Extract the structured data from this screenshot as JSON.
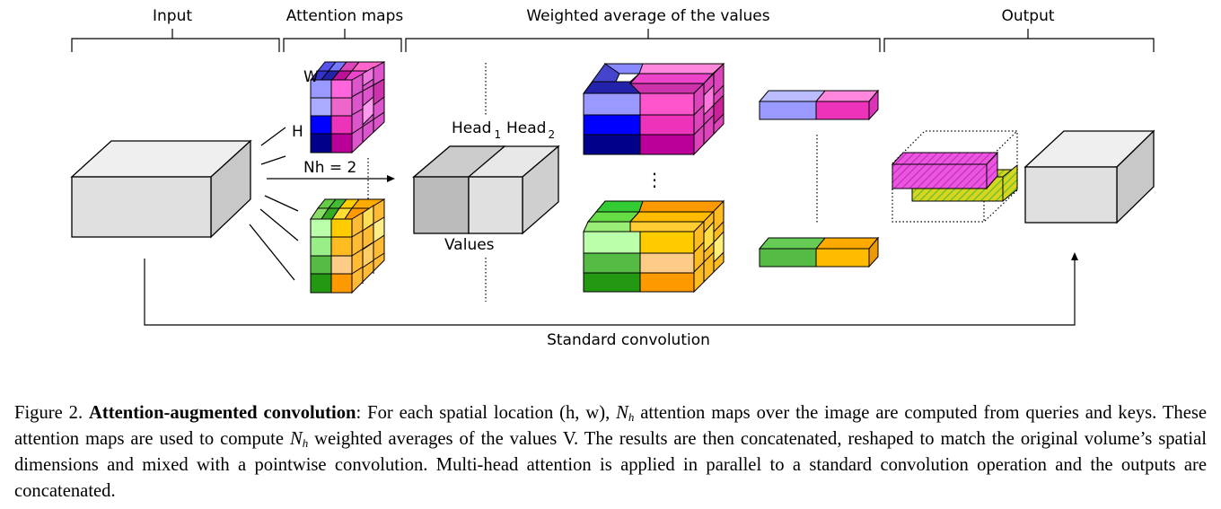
{
  "diagram": {
    "sections": {
      "input": "Input",
      "attention_maps": "Attention maps",
      "weighted_average": "Weighted average of the values",
      "output": "Output"
    },
    "labels": {
      "w": "W",
      "h": "H",
      "nh": "Nh = 2",
      "head1": "Head",
      "head1_sub": "1",
      "head2": "Head",
      "head2_sub": "2",
      "values": "Values",
      "vdots": "⋮",
      "standard_convolution": "Standard convolution"
    },
    "colors": {
      "head1_family": [
        "#9999ff",
        "#0000ff",
        "#00008b",
        "#ff66cc",
        "#ee33bb",
        "#bb0099"
      ],
      "head2_family": [
        "#bbffaa",
        "#55cc55",
        "#229911",
        "#ffcc00",
        "#ffcc88",
        "#ff9900"
      ],
      "input_gray": "#e0e0e0",
      "values_gray": "#bbbbbb"
    }
  },
  "caption": {
    "figure_label": "Figure 2.",
    "title": "Attention-augmented convolution",
    "part1": ": For each spatial location (h, w), ",
    "nh_symbol": "N",
    "nh_sub": "h",
    "part2": " attention maps over the image are computed from queries and keys. These attention maps are used to compute ",
    "part3": " weighted averages of the values V. The results are then concatenated, reshaped to match the original volume’s spatial dimensions and mixed with a pointwise convolution. Multi-head attention is applied in parallel to a standard convolution operation and the outputs are concatenated."
  }
}
